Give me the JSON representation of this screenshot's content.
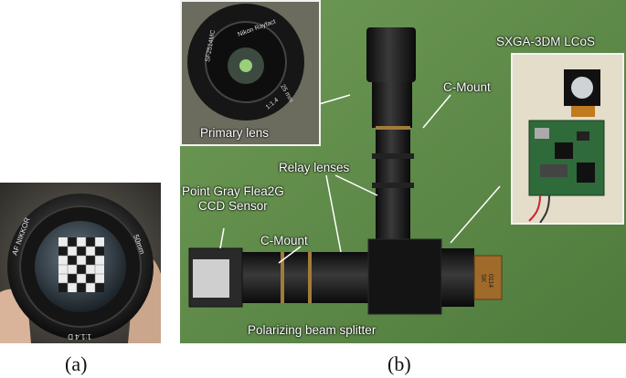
{
  "panel_a": {
    "caption": "(a)",
    "lens_text_top": "AF NIKKOR",
    "lens_text_right": "50mm",
    "lens_text_bottom": "1:1.4 D"
  },
  "panel_b": {
    "caption": "(b)",
    "labels": {
      "primary_lens": "Primary lens",
      "c_mount_top": "C-Mount",
      "relay_lenses": "Relay lenses",
      "sensor_line1": "Point Gray Flea2G",
      "sensor_line2": "CCD Sensor",
      "c_mount_bottom": "C-Mount",
      "beam_splitter": "Polarizing beam splitter",
      "lcos": "SXGA-3DM LCoS"
    },
    "lens_markings": {
      "brand": "Nikon Rayfact",
      "focal": "25 mm",
      "aperture": "1:1.4",
      "model": "SF2514MC"
    },
    "flex_text": [
      "SK",
      "0114"
    ]
  }
}
